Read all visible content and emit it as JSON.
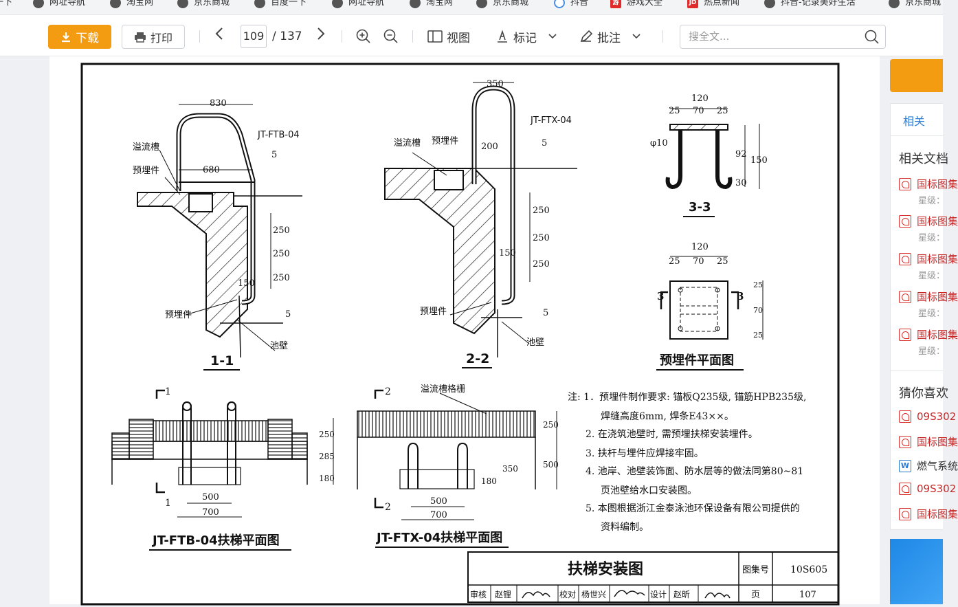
{
  "bookmarks": [
    "一下",
    "网址导航",
    "淘宝网",
    "京东商城",
    "百度一下",
    "网址导航",
    "淘宝网",
    "京东商城",
    "抖音",
    "游戏大全",
    "热点新闻",
    "抖音-记录美好生活",
    "京东商城"
  ],
  "toolbar": {
    "download": "下载",
    "print": "打印",
    "page_current": "109",
    "page_total": "/ 137",
    "view": "视图",
    "mark": "标记",
    "annotate": "批注",
    "search_placeholder": "搜全文..."
  },
  "sidebar": {
    "tab": "相关",
    "related_heading": "相关文档",
    "related_items": [
      "国标图集",
      "国标图集",
      "国标图集",
      "国标图集",
      "国标图集"
    ],
    "rating_label": "星级：",
    "guess_heading": "猜你喜欢",
    "guess_items": [
      "09S302",
      "国标图集",
      "燃气系统",
      "09S302",
      "国标图集"
    ]
  },
  "drawing": {
    "sec11": {
      "dim830": "830",
      "dim680": "680",
      "part": "JT-FTB-04",
      "overflow": "溢流槽",
      "embed1": "预埋件",
      "embed2": "预埋件",
      "wall": "池壁",
      "d250a": "250",
      "d250b": "250",
      "d250c": "250",
      "d150": "150",
      "v5a": "5",
      "v5b": "5",
      "label": "1-1"
    },
    "sec22": {
      "dim350": "350",
      "dim200": "200",
      "part": "JT-FTX-04",
      "overflow": "溢流槽",
      "embed1": "预埋件",
      "embed2": "预埋件",
      "wall": "池壁",
      "d250a": "250",
      "d250b": "250",
      "d250c": "250",
      "d150": "150",
      "v5a": "5",
      "v5b": "5",
      "label": "2-2"
    },
    "sec33": {
      "d120": "120",
      "d25a": "25",
      "d70": "70",
      "d25b": "25",
      "phi": "φ10",
      "d92": "92",
      "d150": "150",
      "d30": "30",
      "label": "3-3"
    },
    "plate": {
      "d120": "120",
      "d25a": "25",
      "d70": "70",
      "d25b": "25",
      "v25a": "25",
      "v70": "70",
      "v25b": "25",
      "m3a": "3",
      "m3b": "3",
      "label": "预埋件平面图"
    },
    "plan1": {
      "m1a": "1",
      "m1b": "1",
      "d250": "250",
      "d285": "285",
      "d180": "180",
      "d500": "500",
      "d700": "700",
      "label": "JT-FTB-04扶梯平面图"
    },
    "plan2": {
      "m2a": "2",
      "m2b": "2",
      "grate": "溢流槽格栅",
      "d250": "250",
      "d350": "350",
      "d180": "180",
      "d500v": "500",
      "d500": "500",
      "d700": "700",
      "label": "JT-FTX-04扶梯平面图"
    },
    "notes": [
      "注: 1．预埋件制作要求: 锚板Q235级, 锚筋HPB235级,",
      "焊缝高度6mm, 焊条E43××。",
      "2. 在浇筑池壁时, 需预埋扶梯安装埋件。",
      "3. 扶杆与埋件应焊接牢固。",
      "4. 池岸、池壁装饰面、防水层等的做法同第80~81",
      "页池壁给水口安装图。",
      "5. 本图根据浙江金泰泳池环保设备有限公司提供的",
      "资料编制。"
    ],
    "titleblock": {
      "title": "扶梯安装图",
      "atlas_label": "图集号",
      "atlas_no": "10S605",
      "review": "审核",
      "review_name": "赵锂",
      "check": "校对",
      "check_name": "杨世兴",
      "design": "设计",
      "design_name": "赵昕",
      "page_label": "页",
      "page_no": "107"
    }
  }
}
